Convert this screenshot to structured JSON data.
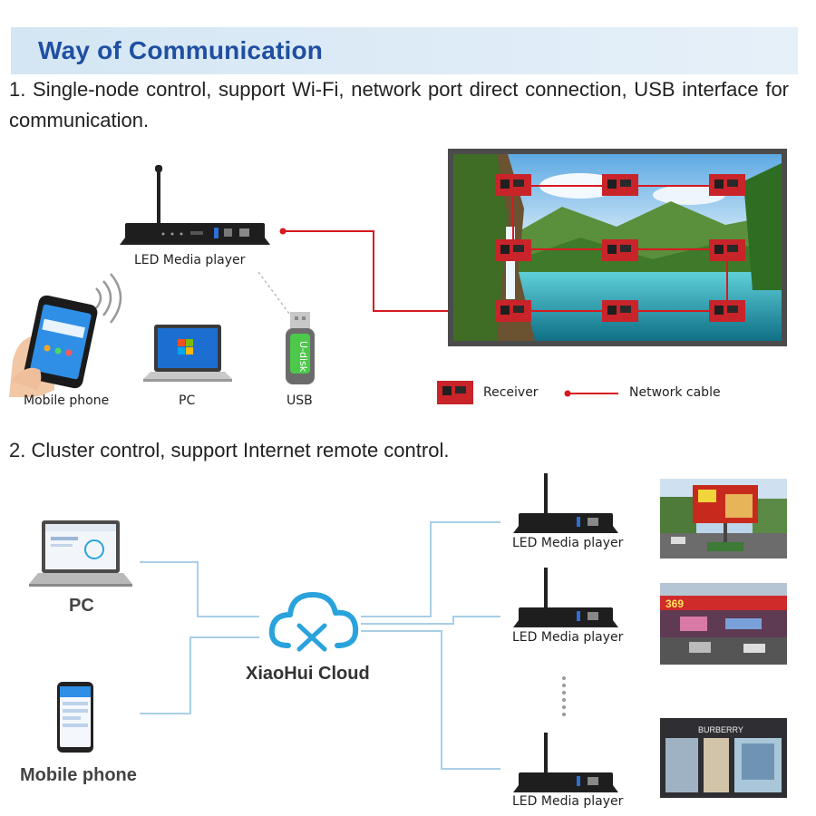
{
  "header": {
    "title": "Way of Communication"
  },
  "section1": {
    "description": "1. Single-node control, support Wi-Fi, network port direct connection, USB interface for communication.",
    "player_label": "LED Media player",
    "devices": [
      {
        "label": "Mobile phone",
        "icon": "smartphone-icon"
      },
      {
        "label": "PC",
        "icon": "laptop-icon"
      },
      {
        "label": "USB",
        "icon": "usb-drive-icon"
      }
    ],
    "usb_text": "U-disk",
    "legend": {
      "receiver": "Receiver",
      "network_cable": "Network cable"
    },
    "colors": {
      "cable": "#d71920",
      "receiver": "#c8242a"
    }
  },
  "section2": {
    "description": "2. Cluster control, support Internet remote control.",
    "left_devices": [
      {
        "label": "PC",
        "icon": "laptop-icon"
      },
      {
        "label": "Mobile phone",
        "icon": "smartphone-icon"
      }
    ],
    "cloud_label": "XiaoHui Cloud",
    "players": [
      {
        "label": "LED Media player"
      },
      {
        "label": "LED Media player"
      },
      {
        "label": "LED Media player"
      }
    ],
    "screen_signs": {
      "sign2": "369",
      "sign3": "BURBERRY"
    },
    "colors": {
      "connector": "#a9cfe6",
      "cloud": "#2aa3dc"
    }
  }
}
